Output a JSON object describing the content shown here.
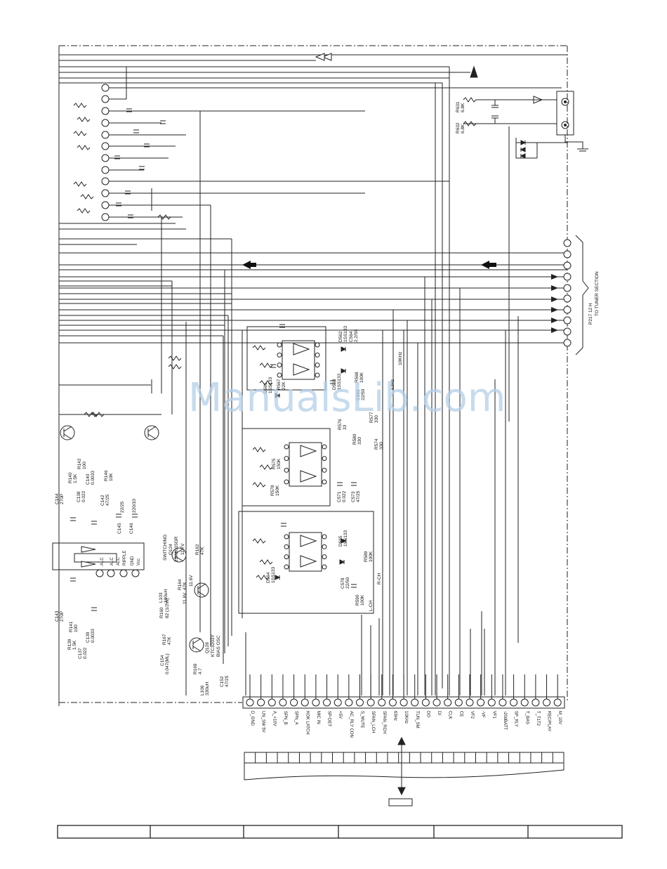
{
  "watermark": "ManualsLib.com",
  "tuner": {
    "connector_label": "P217 12 H",
    "section_label": "TO TUNER SECTION"
  },
  "input_resistors": {
    "r632": "R632",
    "r632_value": "6.8K",
    "r631": "R631",
    "r631_value": "6.8K"
  },
  "components": {
    "ic_switching": "SWITCHING",
    "q124": "Q124",
    "q124_part": "2SA1015GR",
    "q128": "Q128",
    "q128_part": "KTC3203Y",
    "bias_osc": "BIAS OSC",
    "r162": "R162",
    "r162_value": "47K",
    "r164": "R164",
    "r164_value": "47K",
    "r160": "R160",
    "r160_value": "82 (1/2W)",
    "l103": "L103",
    "l103_value": "100uH",
    "v11_6_a": "11.6V",
    "v11_6_b": "11.6V",
    "v11_7": "11.7V",
    "r167": "R167",
    "r167_value": "47K",
    "r169": "R169",
    "r169_value": "4.7",
    "l106": "L106",
    "l106_value": "330uH",
    "c154": "C154",
    "c154_value": "0.047(ML)",
    "c152": "C152",
    "c152_value": "47/25",
    "c145": "C145",
    "c145_value": "22/25",
    "c146": "C146",
    "c146_value": "220/10",
    "c142": "C142",
    "c142_value": "47/25",
    "c144": "C144",
    "c144_value": "270P",
    "c143": "C143",
    "c143_value": "270P",
    "r140": "R140",
    "r140_value": "1.5K",
    "r142": "R142",
    "r142_value": "100",
    "r146": "R146",
    "r146_value": "10K",
    "c138": "C138",
    "c138_value": "0.022",
    "c140": "C140",
    "c140_value": "0.0033",
    "r139": "R139",
    "r139_value": "1.5K",
    "r141": "R141",
    "r141_value": "100",
    "c137": "C137",
    "c137_value": "0.022",
    "c139": "C139",
    "c139_value": "0.0033",
    "d562": "D562",
    "d562_part": "1SS133",
    "c564": "C564",
    "c564_value": "2.2/50",
    "d563": "D563",
    "d563_part": "1SS133",
    "d561": "D561",
    "d561_part": "1SS133",
    "r567": "R567",
    "r567_value": "22K",
    "r568": "R568",
    "r568_value": "100K",
    "c563": "C563",
    "c563_value": "22/50",
    "r576": "R576",
    "r576_value": "33",
    "r577": "R577",
    "r577_value": "330",
    "r580": "R580",
    "r580_value": "330",
    "r574": "R574",
    "r574_value": "330",
    "r575": "R575",
    "r575_value": "150K",
    "r578": "R578",
    "r578_value": "150K",
    "c571": "C571",
    "c571_value": "0.022",
    "c573": "C573",
    "c573_value": "47/25",
    "d565": "D565",
    "d565_part": "1SS133",
    "d564": "D564",
    "d564_part": "1SS133",
    "r589": "R589",
    "r589_value": "100K",
    "c578": "C578",
    "c578_value": "22/50",
    "r590": "R590",
    "r590_value": "100K",
    "r_ch": "R-CH",
    "l_ch": "L-CH",
    "ic_pins": [
      "ALC",
      "ALC",
      "ALC",
      "RIPPLE",
      "GND",
      "Vcc"
    ],
    "hz_63": "63Hz",
    "khz_10": "10KHz"
  },
  "bottom_connector": {
    "pins": [
      "D_GND",
      "UN_SW 5V",
      "A_+10V",
      "SPN_B",
      "SPN_A",
      "KOK LATCH",
      "MIC IN",
      "SP-DET",
      "+5V",
      "AC_RLY CON",
      "S_MUTE",
      "SPAN_LCH",
      "SPAN_RCH",
      "63Hz",
      "10KHz",
      "TUN_SM",
      "DO",
      "DI",
      "CLK",
      "CE",
      "VF2",
      "-VF",
      "VF1",
      "-20dBATT",
      "SP_RLY",
      "T_BAS",
      "T_T1T2",
      "REC/PLAY",
      "M_10V"
    ]
  },
  "title_block": {
    "cells": [
      "",
      "",
      "",
      "",
      "",
      ""
    ]
  }
}
